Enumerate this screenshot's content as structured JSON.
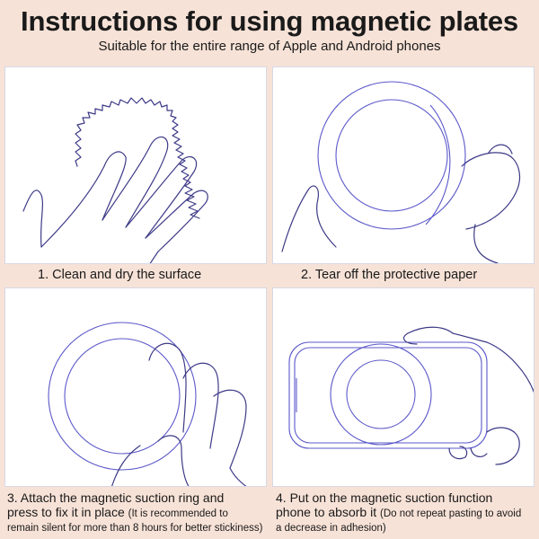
{
  "title": "Instructions for using magnetic plates",
  "subtitle": "Suitable for the entire range of Apple and Android phones",
  "steps": [
    {
      "caption": "1. Clean and dry the surface"
    },
    {
      "caption": "2. Tear off the protective paper"
    },
    {
      "caption_line1": "3. Attach the magnetic suction ring and",
      "caption_line2_main": "press to fix it in place ",
      "caption_line2_note": "(It is recommended to",
      "caption_line3_note": "remain silent for more than 8 hours for better stickiness)"
    },
    {
      "caption_line1": "4. Put on the magnetic suction function",
      "caption_line2_main": "phone to absorb it ",
      "caption_line2_note": "(Do not repeat pasting to avoid",
      "caption_line3_note": "a decrease in adhesion)"
    }
  ]
}
